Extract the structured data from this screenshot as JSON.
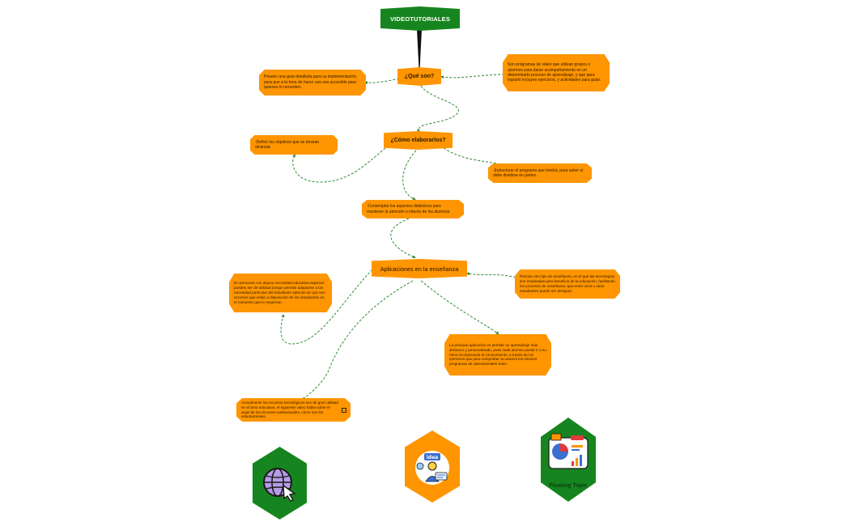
{
  "colors": {
    "primary_green": "#16851f",
    "topic_orange": "#ff9500",
    "connector": "#2e8b2e"
  },
  "root": {
    "label": "VIDEOTUTORIALES"
  },
  "topics": {
    "que_son": "¿Qué son?",
    "como_elaborarlos": "¿Cómo elaborarlos?",
    "aplicaciones": "Aplicaciones en la enseñanza"
  },
  "details": {
    "guia": "Poseen una guía detallada para su implementación, para que a la hora de hacer uso sea accesible para quienes lo necesiten.",
    "programas": "Son programas de video que utilizan grupos o alumnos para darse acompañamiento en un determinado proceso de aprendizaje, y que para lograrlo incluyen ejercicios, y actividades para guiar.",
    "objetivos": "-Definir los objetivos que se desean alcanzar.",
    "estructurar": "-Estructurar el programa que tendrá, para saber si debe dividirse en partes.",
    "contemplar": "-Contemplar los aspectos didácticos para mantener la atención e interés de los alumnos.",
    "necesidad": "En personas con alguna necesidad educativa especial pueden ser de utilidad porque permite adaptarse a las necesidad particular del estudiante además de que son recursos que están a disposición de los estudiantes en el momento que lo requieran.",
    "permite": "Permite otro tipo de enseñanza, en el que las tecnologías son empleadas para beneficio de la educación, facilitando los procesos de enseñanza, que entre unos u otros estudiantes puede ser desigual.",
    "principal": "La principal aplicación es permitir un aprendizaje más dinámico y personalizado, pues cada alumno puede ir a su ritmo incorporando el conocimiento, a través de los ejercicios que para comprobar su avance los mismos programas de videotutoriales traen.",
    "actualmente": "Actualmente los recursos tecnológicos son de gran utilidad en el área educativa, el siguiente video habla sobre el auge de los recursos audiovisuales, como son los videotutoriales."
  },
  "floating": {
    "label": "Floating Topic",
    "icon_globe": "globe-cursor-icon",
    "icon_idea": "idea-person-icon",
    "icon_dashboard": "dashboard-chart-icon"
  }
}
